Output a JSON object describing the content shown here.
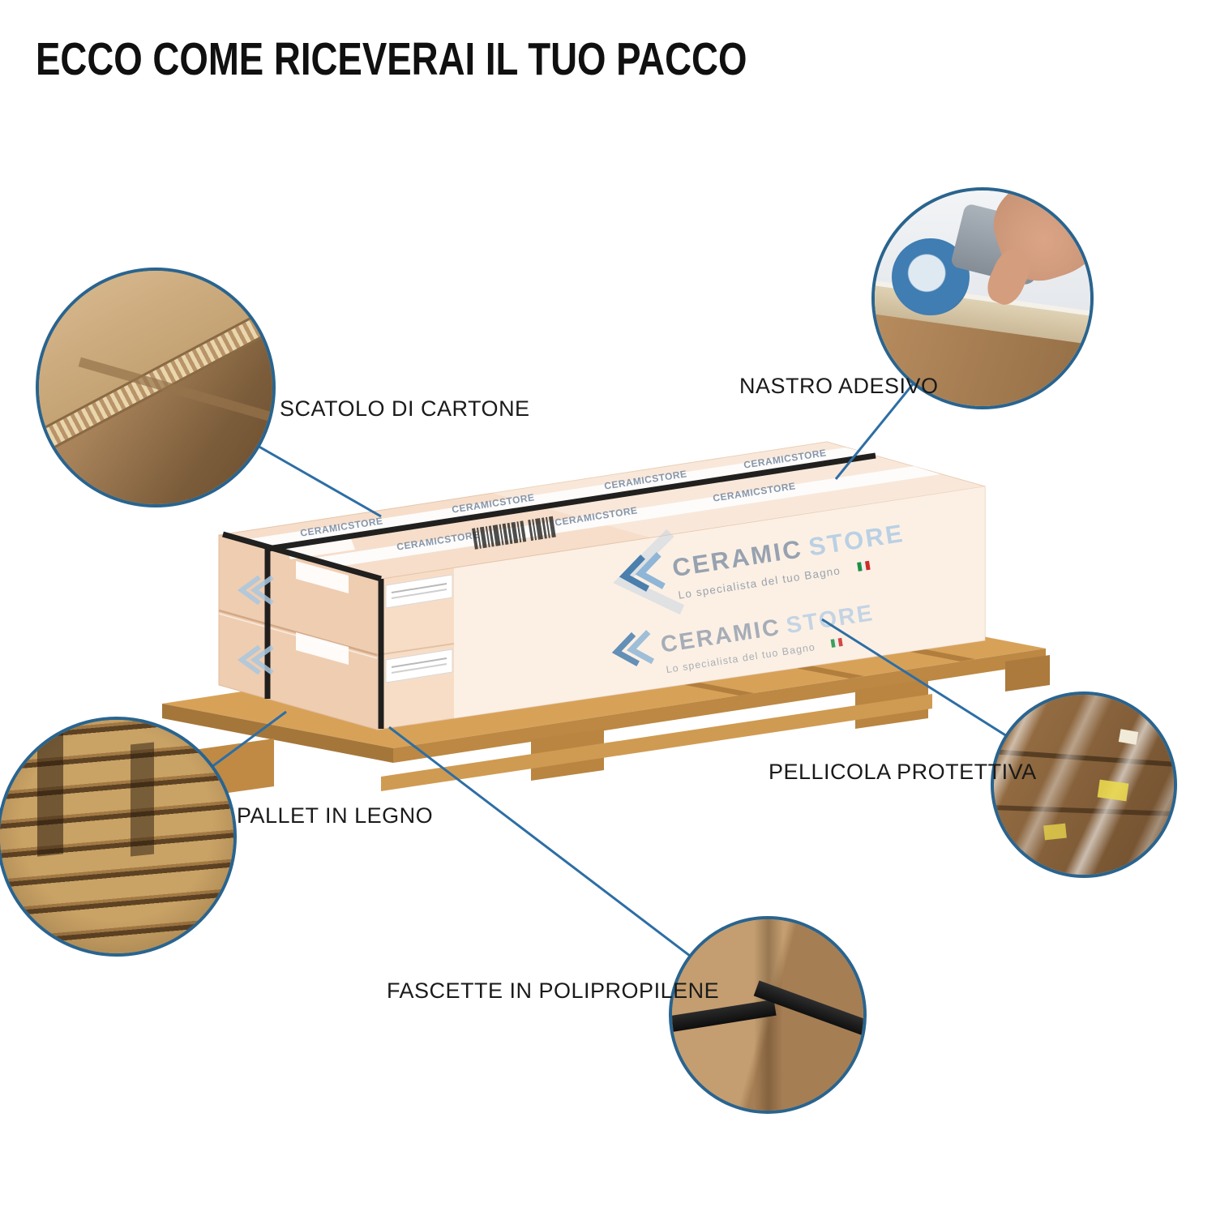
{
  "title": "ECCO COME RICEVERAI IL TUO PACCO",
  "callouts": {
    "cardboard": {
      "label": "SCATOLO DI CARTONE"
    },
    "tape": {
      "label": "NASTRO ADESIVO"
    },
    "pallet": {
      "label": "PALLET IN LEGNO"
    },
    "film": {
      "label": "PELLICOLA PROTETTIVA"
    },
    "straps": {
      "label": "FASCETTE IN POLIPROPILENE"
    }
  },
  "package": {
    "brand_name": "CERAMIC",
    "brand_suffix": "STORE",
    "brand_tagline": "Lo specialista del tuo Bagno",
    "tape_text": "CERAMICSTORE"
  },
  "colors": {
    "accent_blue": "#2d6ea5",
    "circle_ring_blue": "#29648f",
    "carton_top": "#f6decb",
    "carton_side": "#efcdb1",
    "pallet_wood": "#d7a258",
    "strap_black": "#161616"
  }
}
